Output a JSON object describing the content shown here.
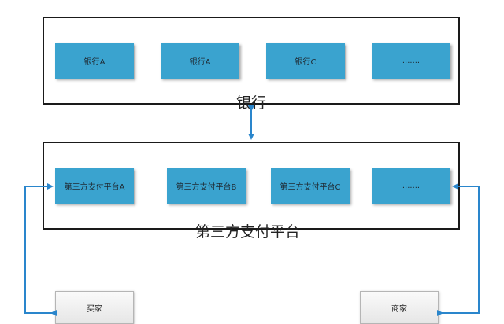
{
  "bank_group": {
    "label": "银行",
    "nodes": [
      "银行A",
      "银行A",
      "银行C",
      "......."
    ]
  },
  "platform_group": {
    "label": "第三方支付平台",
    "nodes": [
      "第三方支付平台A",
      "第三方支付平台B",
      "第三方支付平台C",
      "......."
    ]
  },
  "actors": {
    "buyer": "买家",
    "merchant": "商家"
  },
  "colors": {
    "node_fill": "#3aa3cf",
    "connector": "#2a86cc",
    "border": "#1a1a1a"
  }
}
